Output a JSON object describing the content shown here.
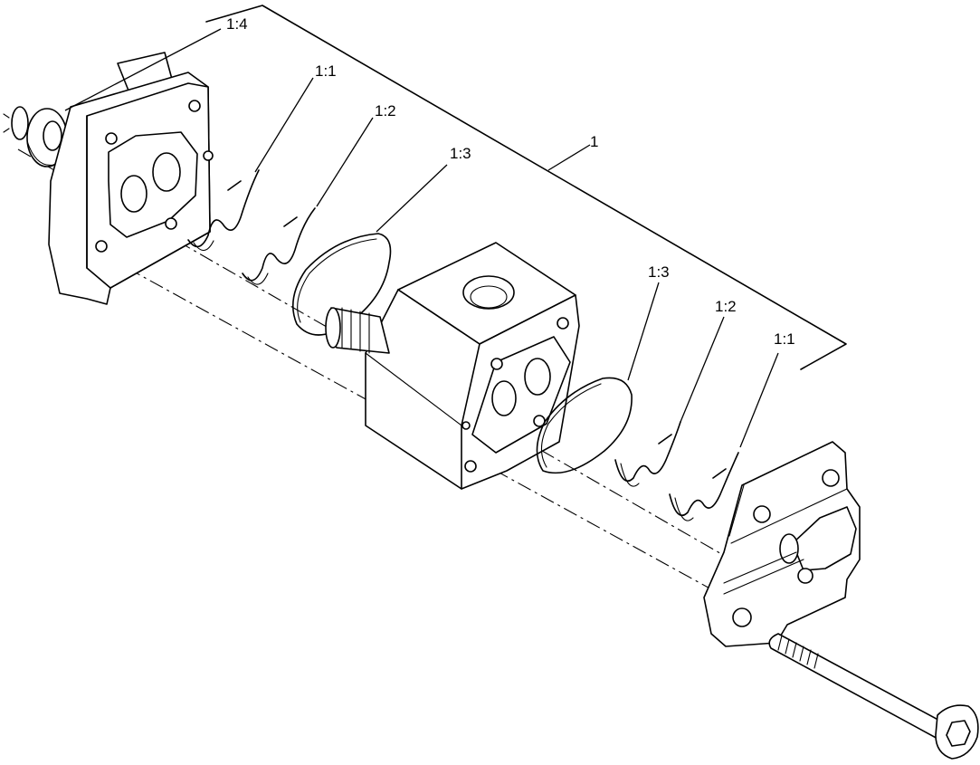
{
  "callouts": {
    "assembly": "1",
    "washer_left": "1:4",
    "seal_a_left": "1:1",
    "seal_b_left": "1:2",
    "gasket_left": "1:3",
    "gasket_right": "1:3",
    "seal_b_right": "1:2",
    "seal_a_right": "1:1"
  }
}
